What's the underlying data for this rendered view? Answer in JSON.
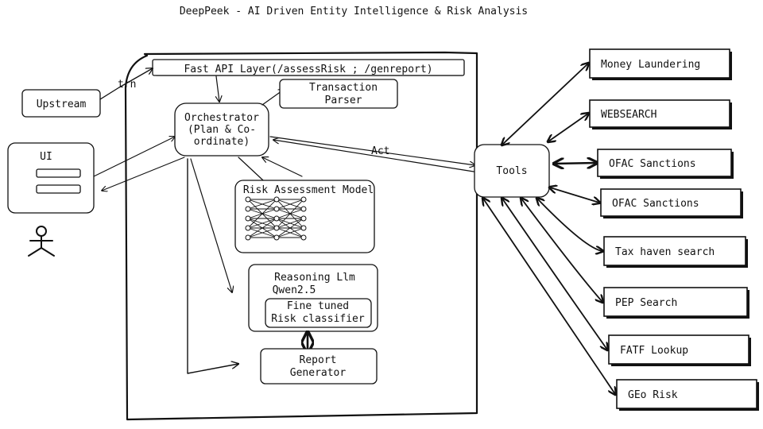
{
  "title": "DeepPeek - AI Driven Entity Intelligence & Risk Analysis",
  "nodes": {
    "api_layer": "Fast API Layer(/assessRisk ; /genreport)",
    "upstream": "Upstream",
    "ui": "UI",
    "orchestrator": [
      "Orchestrator",
      "(Plan & Co-",
      "ordinate)"
    ],
    "transaction_parser": [
      "Transaction",
      "Parser"
    ],
    "risk_model": "Risk Assessment Model",
    "reasoning_llm": [
      "Reasoning Llm",
      "Qwen2.5"
    ],
    "fine_tuned": [
      "Fine tuned",
      "Risk classifier"
    ],
    "report_generator": [
      "Report",
      "Generator"
    ],
    "tools": "Tools"
  },
  "edge_labels": {
    "trn": "trn",
    "act": "Act"
  },
  "tool_list": [
    "Money Laundering",
    "WEBSEARCH",
    "OFAC Sanctions",
    "OFAC Sanctions",
    "Tax haven search",
    "PEP Search",
    "FATF Lookup",
    "GEo Risk"
  ],
  "icons": [
    "user-stick-figure-icon",
    "neural-network-icon"
  ]
}
